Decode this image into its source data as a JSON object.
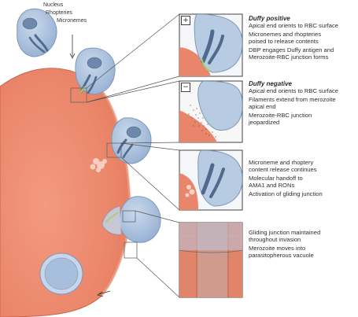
{
  "labels": {
    "nucleus": "Nucleus",
    "rhoptries": "Rhopteries",
    "micronemes": "Micronemes"
  },
  "panel1": {
    "sign": "+",
    "heading": "Duffy positive",
    "lines": [
      "Apical end orients to RBC surface",
      "Micronemes and rhopteries",
      "poised to release contents",
      "DBP engages Duffy antigen and",
      "Merozoite-RBC junction forms"
    ]
  },
  "panel2": {
    "sign": "−",
    "heading": "Duffy negative",
    "lines": [
      "Apical end orients to RBC surface",
      "Filaments extend from merozoite",
      "apical end",
      "Merozoite-RBC junction",
      "jeopardized"
    ]
  },
  "panel3": {
    "lines": [
      "Microneme and rhoptery",
      "content release continues",
      "Molecular handoff to",
      "AMA1 and RONs",
      "Activation of gliding junction"
    ]
  },
  "panel4": {
    "lines": [
      "Gliding junction maintained",
      "throughout invasion",
      "Merozoite moves into",
      "parasitopherous vacuole"
    ]
  },
  "colors": {
    "rbc": "#e9856a",
    "rbc_dark": "#d46a4f",
    "merozoite": "#a9c2de",
    "merozoite_edge": "#7e97b8",
    "organelle": "#4f6a8c",
    "green": "#9ed36a"
  }
}
